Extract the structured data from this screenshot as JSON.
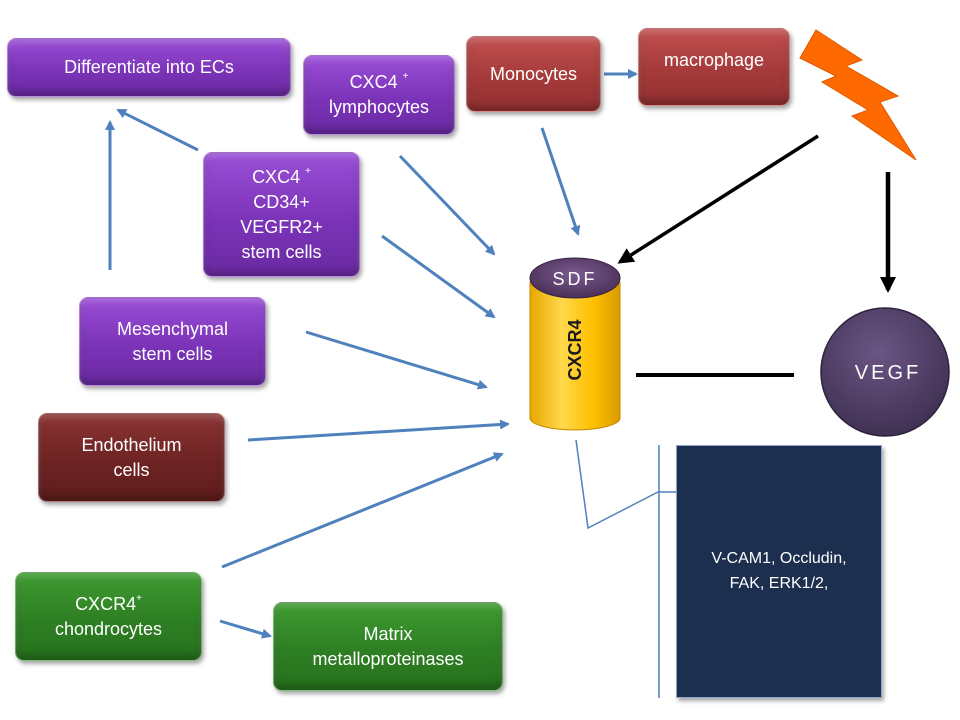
{
  "nodes": {
    "differentiate": {
      "line1": "Differentiate into ECs"
    },
    "cxc4_lymph": {
      "line1": "CXC4 ",
      "sup": "+",
      "line2": "lymphocytes"
    },
    "monocytes": {
      "line1": "Monocytes"
    },
    "macrophage": {
      "line1": "macrophage"
    },
    "cxc4_stem": {
      "line1": "CXC4 ",
      "sup": "+",
      "line2": "CD34+",
      "line3": "VEGFR2+",
      "line4": "stem cells"
    },
    "mesenchymal": {
      "line1": "Mesenchymal",
      "line2": "stem cells"
    },
    "endothelium": {
      "line1": "Endothelium",
      "line2": "cells"
    },
    "chondrocytes": {
      "line1": "CXCR4",
      "sup": "+",
      "line2": "chondrocytes"
    },
    "mmp": {
      "line1": "Matrix",
      "line2": "metalloproteinases"
    }
  },
  "receptor": {
    "cap_label": "SDF",
    "body_label": "CXCR4"
  },
  "vegf": {
    "label": "VEGF"
  },
  "targets": {
    "line1": "V-CAM1, Occludin,",
    "line2": "FAK, ERK1/2,"
  },
  "colors": {
    "purple": "#7b33b8",
    "red": "#a53a3a",
    "maroon": "#6e2323",
    "green": "#2e7f23",
    "arrow_blue": "#4f81bd",
    "receptor_yellow": "#ffc000",
    "receptor_cap": "#5a3d6b",
    "vegf": "#4a3a5e",
    "lightning": "#ff6a00",
    "target_box": "#1c2f4e"
  }
}
